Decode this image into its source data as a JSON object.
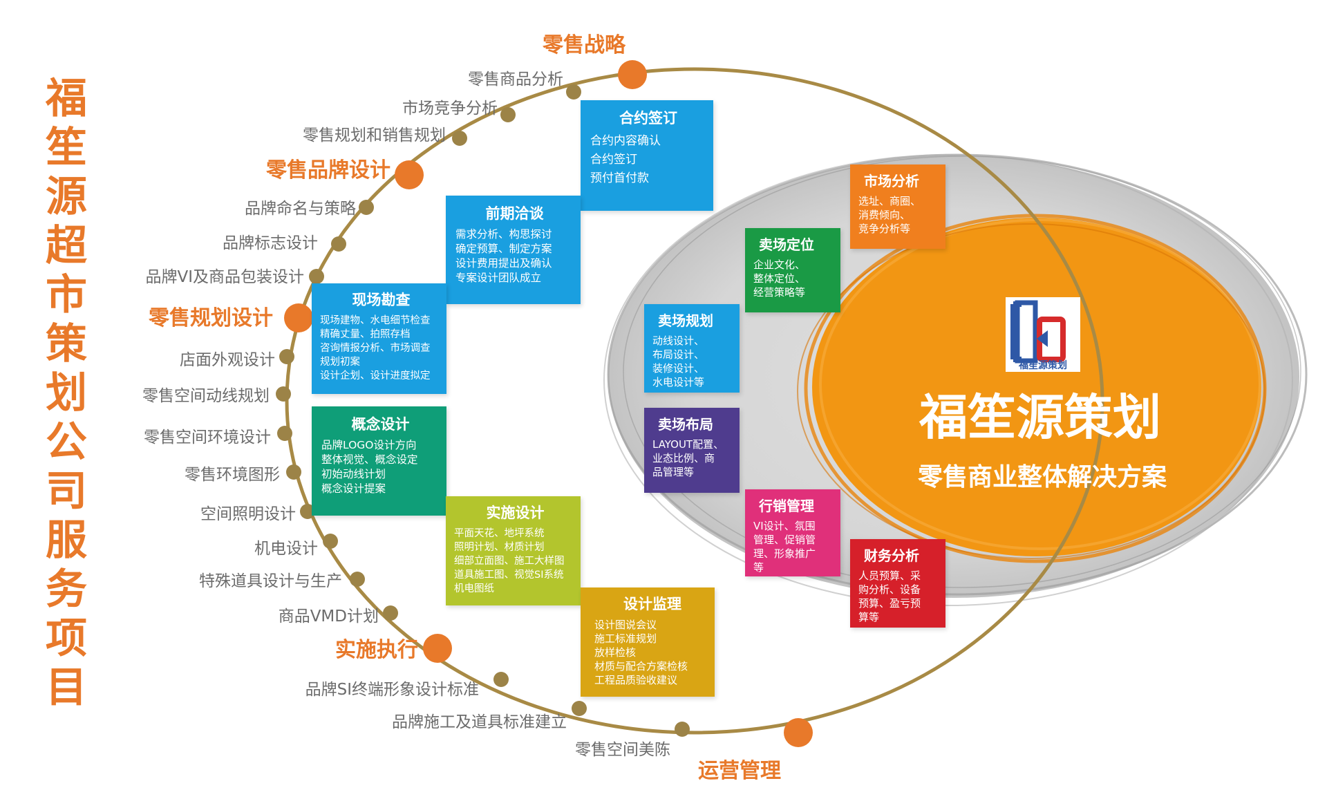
{
  "title_vertical": "福笙源超市策划公司服务项目",
  "colors": {
    "orange": "#e8792a",
    "ring": "#a88a45",
    "dot": "#9c8347",
    "label": "#6b6b6b",
    "center_orange": "#f29613",
    "grey_disc": "#cfcfcf"
  },
  "milestones": [
    {
      "label": "零售战略"
    },
    {
      "label": "零售品牌设计"
    },
    {
      "label": "零售规划设计"
    },
    {
      "label": "实施执行"
    },
    {
      "label": "运营管理"
    }
  ],
  "items": [
    {
      "label": "零售商品分析"
    },
    {
      "label": "市场竞争分析"
    },
    {
      "label": "零售规划和销售规划"
    },
    {
      "label": "品牌命名与策略"
    },
    {
      "label": "品牌标志设计"
    },
    {
      "label": "品牌VI及商品包装设计"
    },
    {
      "label": "店面外观设计"
    },
    {
      "label": "零售空间动线规划"
    },
    {
      "label": "零售空间环境设计"
    },
    {
      "label": "零售环境图形"
    },
    {
      "label": "空间照明设计"
    },
    {
      "label": "机电设计"
    },
    {
      "label": "特殊道具设计与生产"
    },
    {
      "label": "商品VMD计划"
    },
    {
      "label": "品牌SI终端形象设计标准"
    },
    {
      "label": "品牌施工及道具标准建立"
    },
    {
      "label": "零售空间美陈"
    }
  ],
  "boxes": {
    "hetong": {
      "title": "合约签订",
      "body": "合约内容确认\n合约签订\n预付首付款"
    },
    "qianqi": {
      "title": "前期洽谈",
      "body": "需求分析、构思探讨\n确定预算、制定方案\n设计费用提出及确认\n专案设计团队成立"
    },
    "xianchang": {
      "title": "现场勘查",
      "body": "现场建物、水电细节检查\n精确丈量、拍照存档\n咨询情报分析、市场调查\n规划初案\n设计企划、设计进度拟定"
    },
    "gainian": {
      "title": "概念设计",
      "body": "品牌LOGO设计方向\n整体视觉、概念设定\n初始动线计划\n概念设计提案"
    },
    "shishi": {
      "title": "实施设计",
      "body": "平面天花、地坪系统\n照明计划、材质计划\n细部立面图、施工大样图\n道具施工图、视觉SI系统\n机电图纸"
    },
    "jianli": {
      "title": "设计监理",
      "body": "设计图说会议\n施工标准规划\n放样检核\n材质与配合方案检核\n工程品质验收建议"
    },
    "shichang": {
      "title": "市场分析",
      "body": "选址、商圈、\n消费倾向、\n竞争分析等"
    },
    "dingwei": {
      "title": "卖场定位",
      "body": "企业文化、\n整体定位、\n经营策略等"
    },
    "guihua": {
      "title": "卖场规划",
      "body": "动线设计、\n布局设计、\n装修设计、\n水电设计等"
    },
    "buju": {
      "title": "卖场布局",
      "body": "LAYOUT配置、\n业态比例、商\n品管理等"
    },
    "xingxiao": {
      "title": "行销管理",
      "body": "VI设计、氛围\n管理、促销管\n理、形象推广\n等"
    },
    "caiwu": {
      "title": "财务分析",
      "body": "人员预算、采\n购分析、设备\n预算、盈亏预\n算等"
    }
  },
  "center": {
    "logo_caption": "福笙源策划",
    "brand": "福笙源策划",
    "tagline": "零售商业整体解决方案"
  }
}
